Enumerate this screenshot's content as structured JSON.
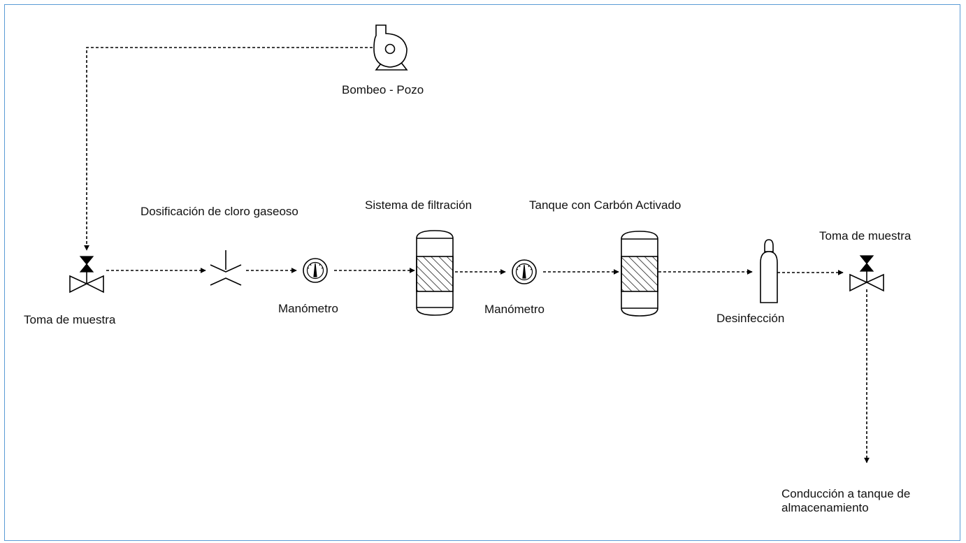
{
  "labels": {
    "bombeo": "Bombeo - Pozo",
    "toma_muestra_1": "Toma de muestra",
    "dosificacion": "Dosificación de cloro gaseoso",
    "manometro_1": "Manómetro",
    "sistema_filtracion": "Sistema de filtración",
    "manometro_2": "Manómetro",
    "tanque_carbon": "Tanque con Carbón Activado",
    "desinfeccion": "Desinfección",
    "toma_muestra_2": "Toma de muestra",
    "conduccion": "Conducción a  tanque de almacenamiento"
  },
  "colors": {
    "frame": "#5b9bd5",
    "stroke": "#000000"
  }
}
